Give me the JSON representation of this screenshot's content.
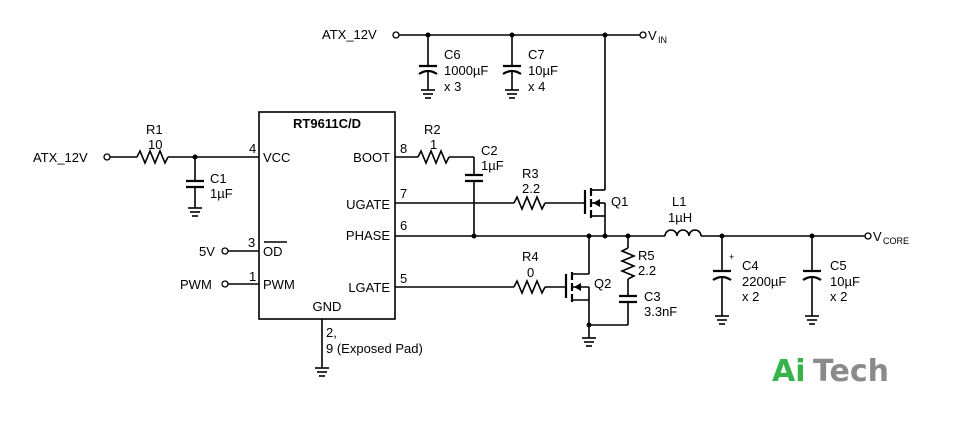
{
  "ic": {
    "name": "RT9611C/D",
    "pins": {
      "vcc": "VCC",
      "od": "OD",
      "pwm": "PWM",
      "gnd": "GND",
      "boot": "BOOT",
      "ugate": "UGATE",
      "phase": "PHASE",
      "lgate": "LGATE"
    },
    "pin_numbers": {
      "vcc": "4",
      "od": "3",
      "pwm": "1",
      "boot": "8",
      "ugate": "7",
      "phase": "6",
      "lgate": "5",
      "gnd": "2,"
    },
    "gnd_note": "9 (Exposed Pad)"
  },
  "nets": {
    "atx_top": "ATX_12V",
    "atx_left": "ATX_12V",
    "five_v": "5V",
    "pwm": "PWM",
    "vin": "V",
    "vin_sub": "IN",
    "vcore": "V",
    "vcore_sub": "CORE"
  },
  "components": {
    "r1": {
      "ref": "R1",
      "value": "10"
    },
    "c1": {
      "ref": "C1",
      "value": "1µF"
    },
    "r2": {
      "ref": "R2",
      "value": "1"
    },
    "c2": {
      "ref": "C2",
      "value": "1µF"
    },
    "r3": {
      "ref": "R3",
      "value": "2.2"
    },
    "r4": {
      "ref": "R4",
      "value": "0"
    },
    "q1": {
      "ref": "Q1"
    },
    "q2": {
      "ref": "Q2"
    },
    "r5": {
      "ref": "R5",
      "value": "2.2"
    },
    "c3": {
      "ref": "C3",
      "value": "3.3nF"
    },
    "l1": {
      "ref": "L1",
      "value": "1µH"
    },
    "c4": {
      "ref": "C4",
      "value": "2200µF",
      "count": "x 2"
    },
    "c5": {
      "ref": "C5",
      "value": "10µF",
      "count": "x 2"
    },
    "c6": {
      "ref": "C6",
      "value": "1000µF",
      "count": "x 3"
    },
    "c7": {
      "ref": "C7",
      "value": "10µF",
      "count": "x 4"
    }
  },
  "polarity_mark": "+",
  "logo": {
    "part1": "Ai",
    "part2": "Tech"
  }
}
